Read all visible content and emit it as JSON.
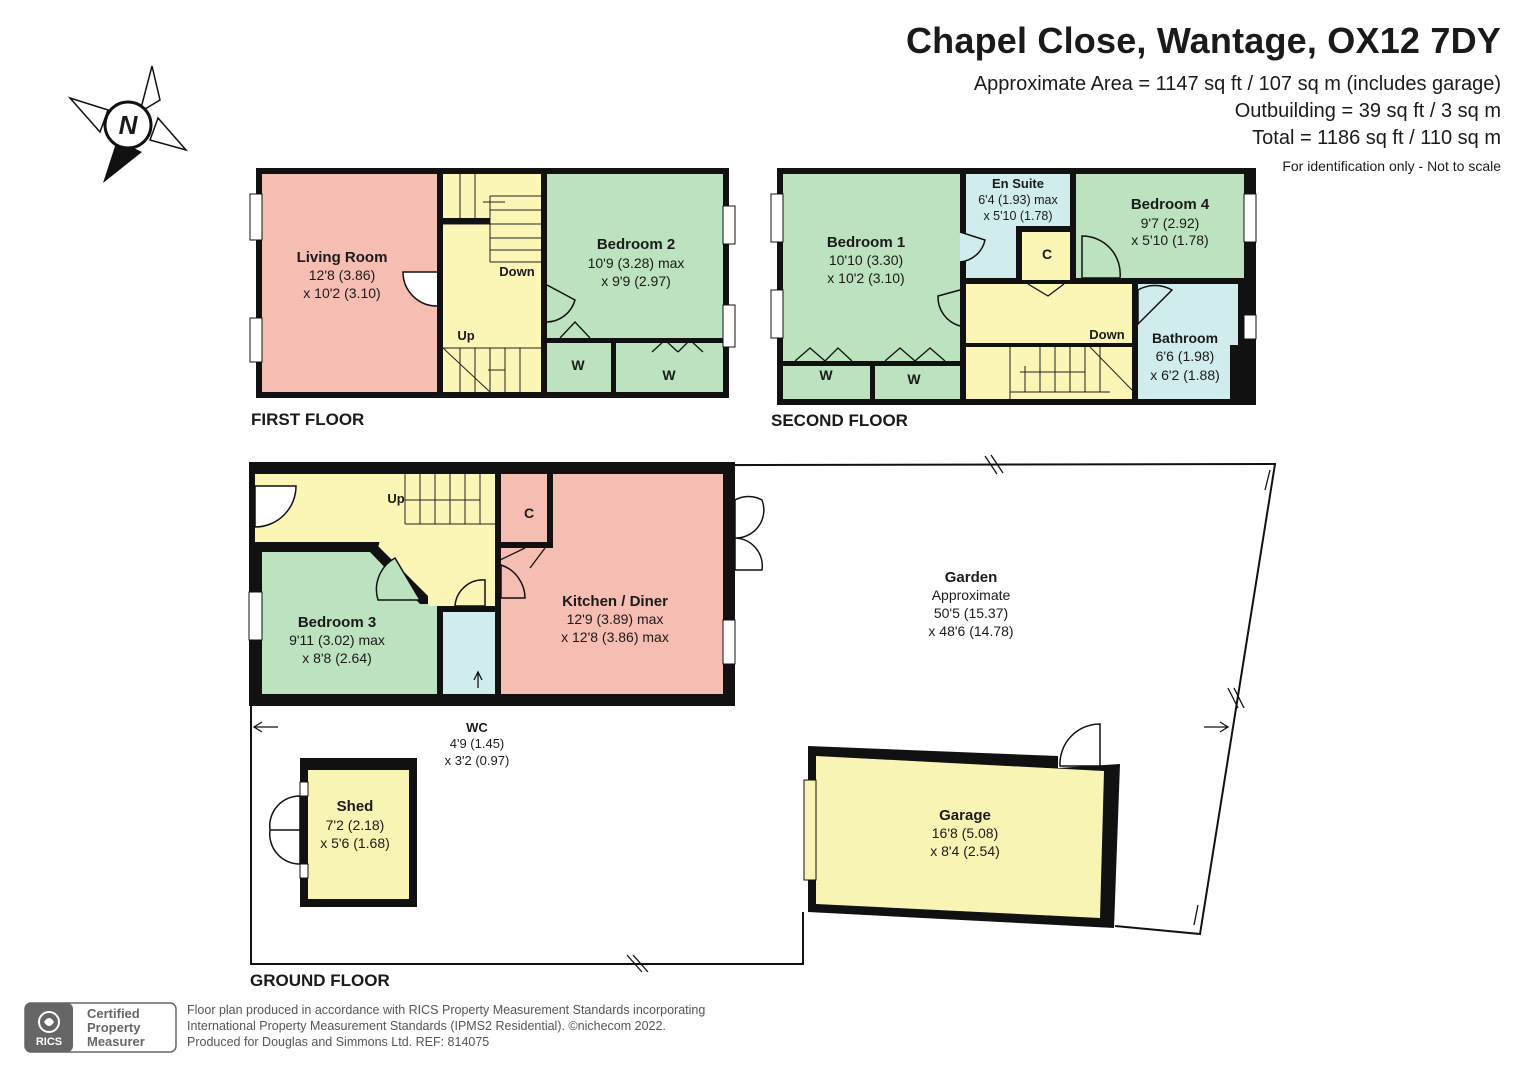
{
  "header": {
    "title": "Chapel Close, Wantage, OX12 7DY",
    "area_lines": [
      "Approximate Area = 1147 sq ft / 107 sq m (includes garage)",
      "Outbuilding = 39 sq ft / 3 sq m",
      "Total = 1186 sq ft / 110 sq m"
    ],
    "note": "For identification only - Not to scale"
  },
  "compass": {
    "label": "N"
  },
  "floors": {
    "first": "FIRST FLOOR",
    "second": "SECOND FLOOR",
    "ground": "GROUND FLOOR"
  },
  "rooms": {
    "living": {
      "name": "Living Room",
      "dim1": "12'8 (3.86)",
      "dim2": "x 10'2 (3.10)"
    },
    "bed2": {
      "name": "Bedroom 2",
      "dim1": "10'9 (3.28) max",
      "dim2": "x 9'9 (2.97)"
    },
    "bed1": {
      "name": "Bedroom 1",
      "dim1": "10'10 (3.30)",
      "dim2": "x 10'2 (3.10)"
    },
    "ensuite": {
      "name": "En Suite",
      "dim1": "6'4 (1.93) max",
      "dim2": "x 5'10 (1.78)"
    },
    "bed4": {
      "name": "Bedroom 4",
      "dim1": "9'7 (2.92)",
      "dim2": "x 5'10 (1.78)"
    },
    "bath": {
      "name": "Bathroom",
      "dim1": "6'6 (1.98)",
      "dim2": "x 6'2 (1.88)"
    },
    "bed3": {
      "name": "Bedroom 3",
      "dim1": "9'11 (3.02) max",
      "dim2": "x 8'8 (2.64)"
    },
    "kitchen": {
      "name": "Kitchen / Diner",
      "dim1": "12'9 (3.89) max",
      "dim2": "x 12'8 (3.86) max"
    },
    "wc": {
      "name": "WC",
      "dim1": "4'9 (1.45)",
      "dim2": "x 3'2 (0.97)"
    },
    "garden": {
      "name": "Garden",
      "dim0": "Approximate",
      "dim1": "50'5 (15.37)",
      "dim2": "x 48'6 (14.78)"
    },
    "garage": {
      "name": "Garage",
      "dim1": "16'8 (5.08)",
      "dim2": "x 8'4 (2.54)"
    },
    "shed": {
      "name": "Shed",
      "dim1": "7'2 (2.18)",
      "dim2": "x 5'6 (1.68)"
    }
  },
  "labels": {
    "up": "Up",
    "down": "Down",
    "wardrobe": "W",
    "cupboard": "C"
  },
  "footer": {
    "badge_org": "RICS",
    "badge_lines": [
      "Certified",
      "Property",
      "Measurer"
    ],
    "lines": [
      "Floor plan produced in accordance with RICS Property Measurement Standards incorporating",
      "International Property Measurement Standards (IPMS2 Residential).  ©nichecom 2022.",
      "Produced for Douglas and Simmons Ltd.   REF:  814075"
    ]
  },
  "colors": {
    "pink": "#f6bdb3",
    "green": "#bde2bf",
    "yellow": "#fbf6b6",
    "blue": "#d1ecec",
    "garage": "#f8f4b4"
  }
}
